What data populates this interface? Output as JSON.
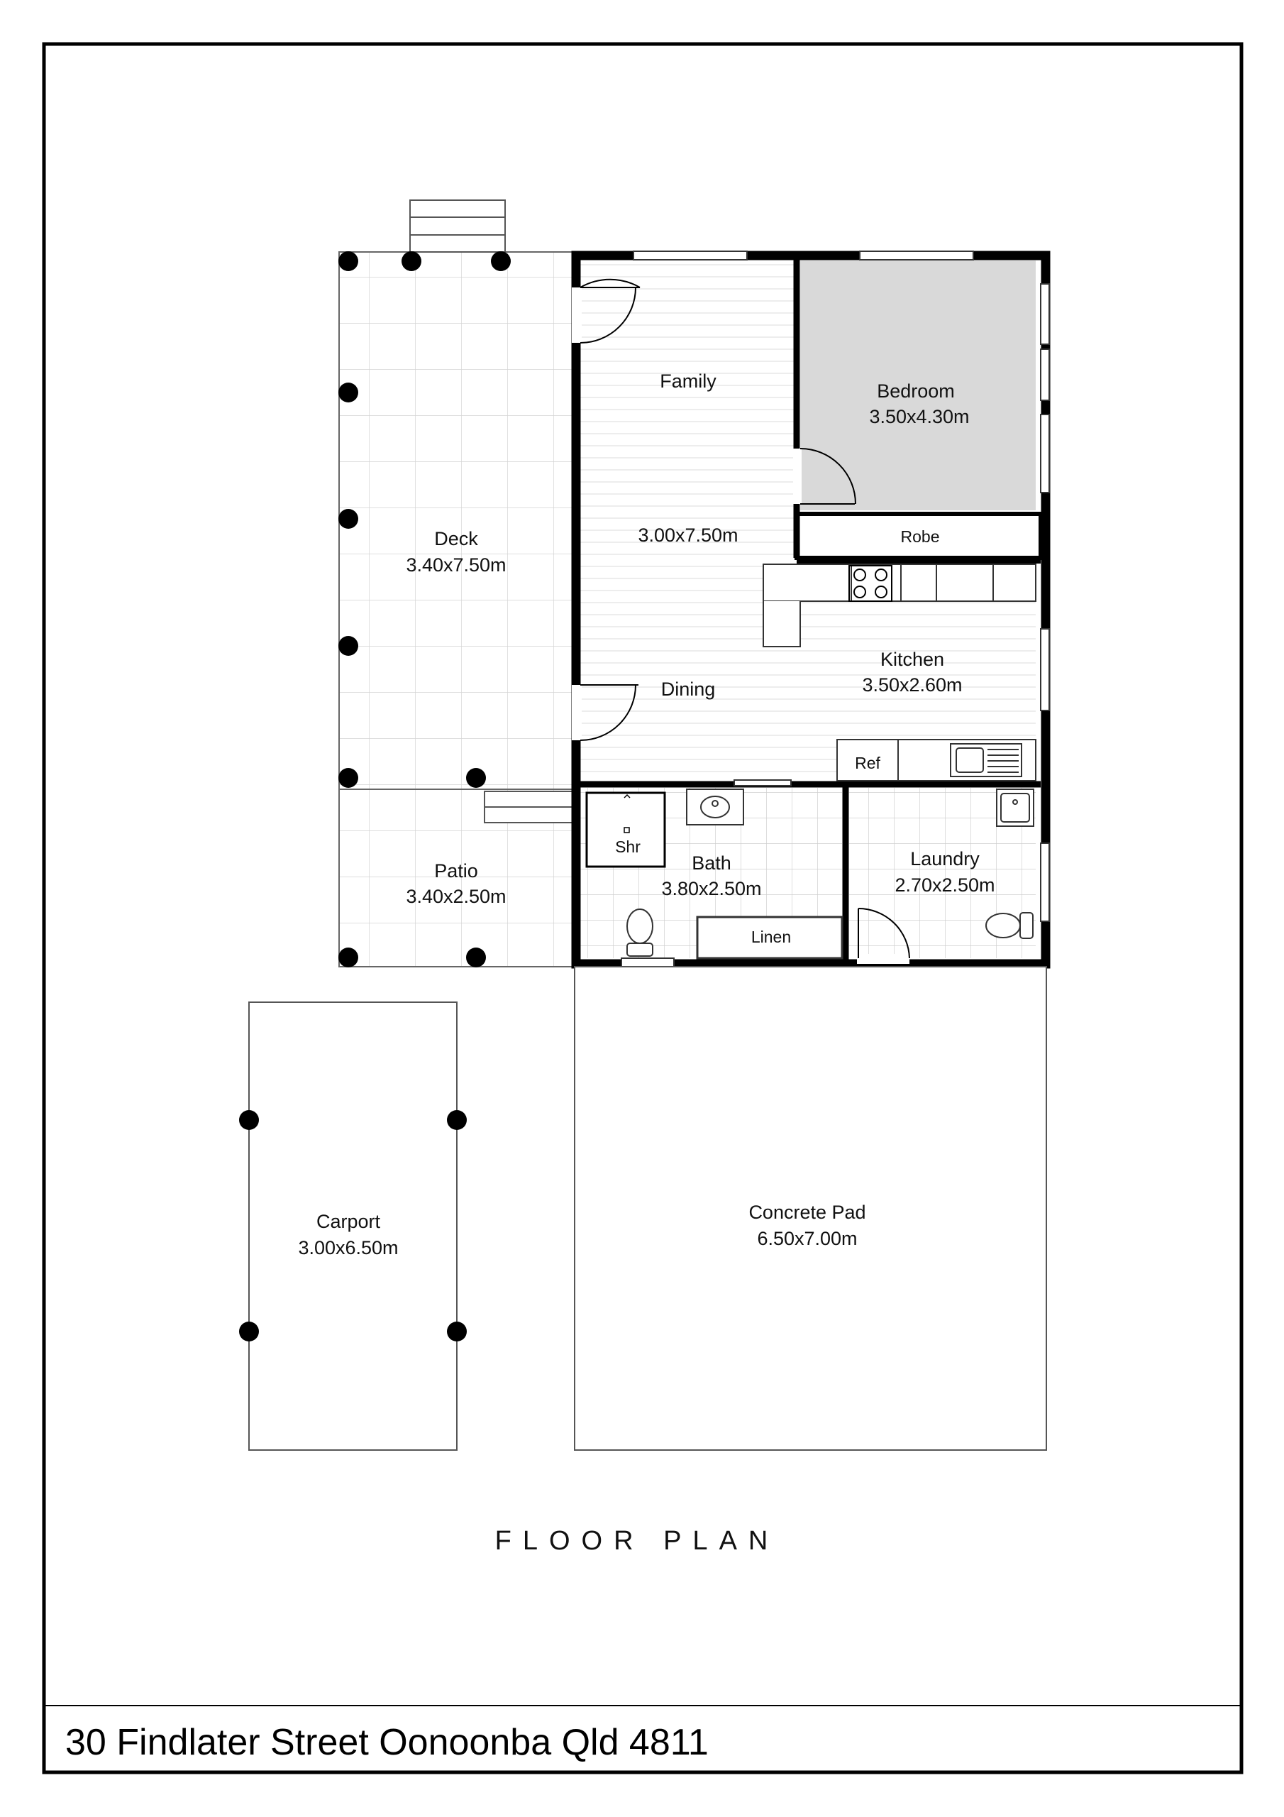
{
  "plan": {
    "title": "FLOOR PLAN",
    "address": "30 Findlater Street Oonoonba Qld 4811"
  },
  "rooms": {
    "family": {
      "name": "Family"
    },
    "family_dining": {
      "dims": "3.00x7.50m"
    },
    "dining": {
      "name": "Dining"
    },
    "bedroom": {
      "name": "Bedroom",
      "dims": "3.50x4.30m"
    },
    "robe": {
      "name": "Robe"
    },
    "kitchen": {
      "name": "Kitchen",
      "dims": "3.50x2.60m"
    },
    "ref": {
      "name": "Ref"
    },
    "deck": {
      "name": "Deck",
      "dims": "3.40x7.50m"
    },
    "patio": {
      "name": "Patio",
      "dims": "3.40x2.50m"
    },
    "shower": {
      "name": "Shr"
    },
    "bath": {
      "name": "Bath",
      "dims": "3.80x2.50m"
    },
    "linen": {
      "name": "Linen"
    },
    "laundry": {
      "name": "Laundry",
      "dims": "2.70x2.50m"
    },
    "carport": {
      "name": "Carport",
      "dims": "3.00x6.50m"
    },
    "concrete_pad": {
      "name": "Concrete Pad",
      "dims": "6.50x7.00m"
    }
  },
  "colors": {
    "wall": "#000000",
    "bedroom_fill": "#d9d9d9",
    "grid": "#cfcfcf",
    "outline": "#555555"
  }
}
